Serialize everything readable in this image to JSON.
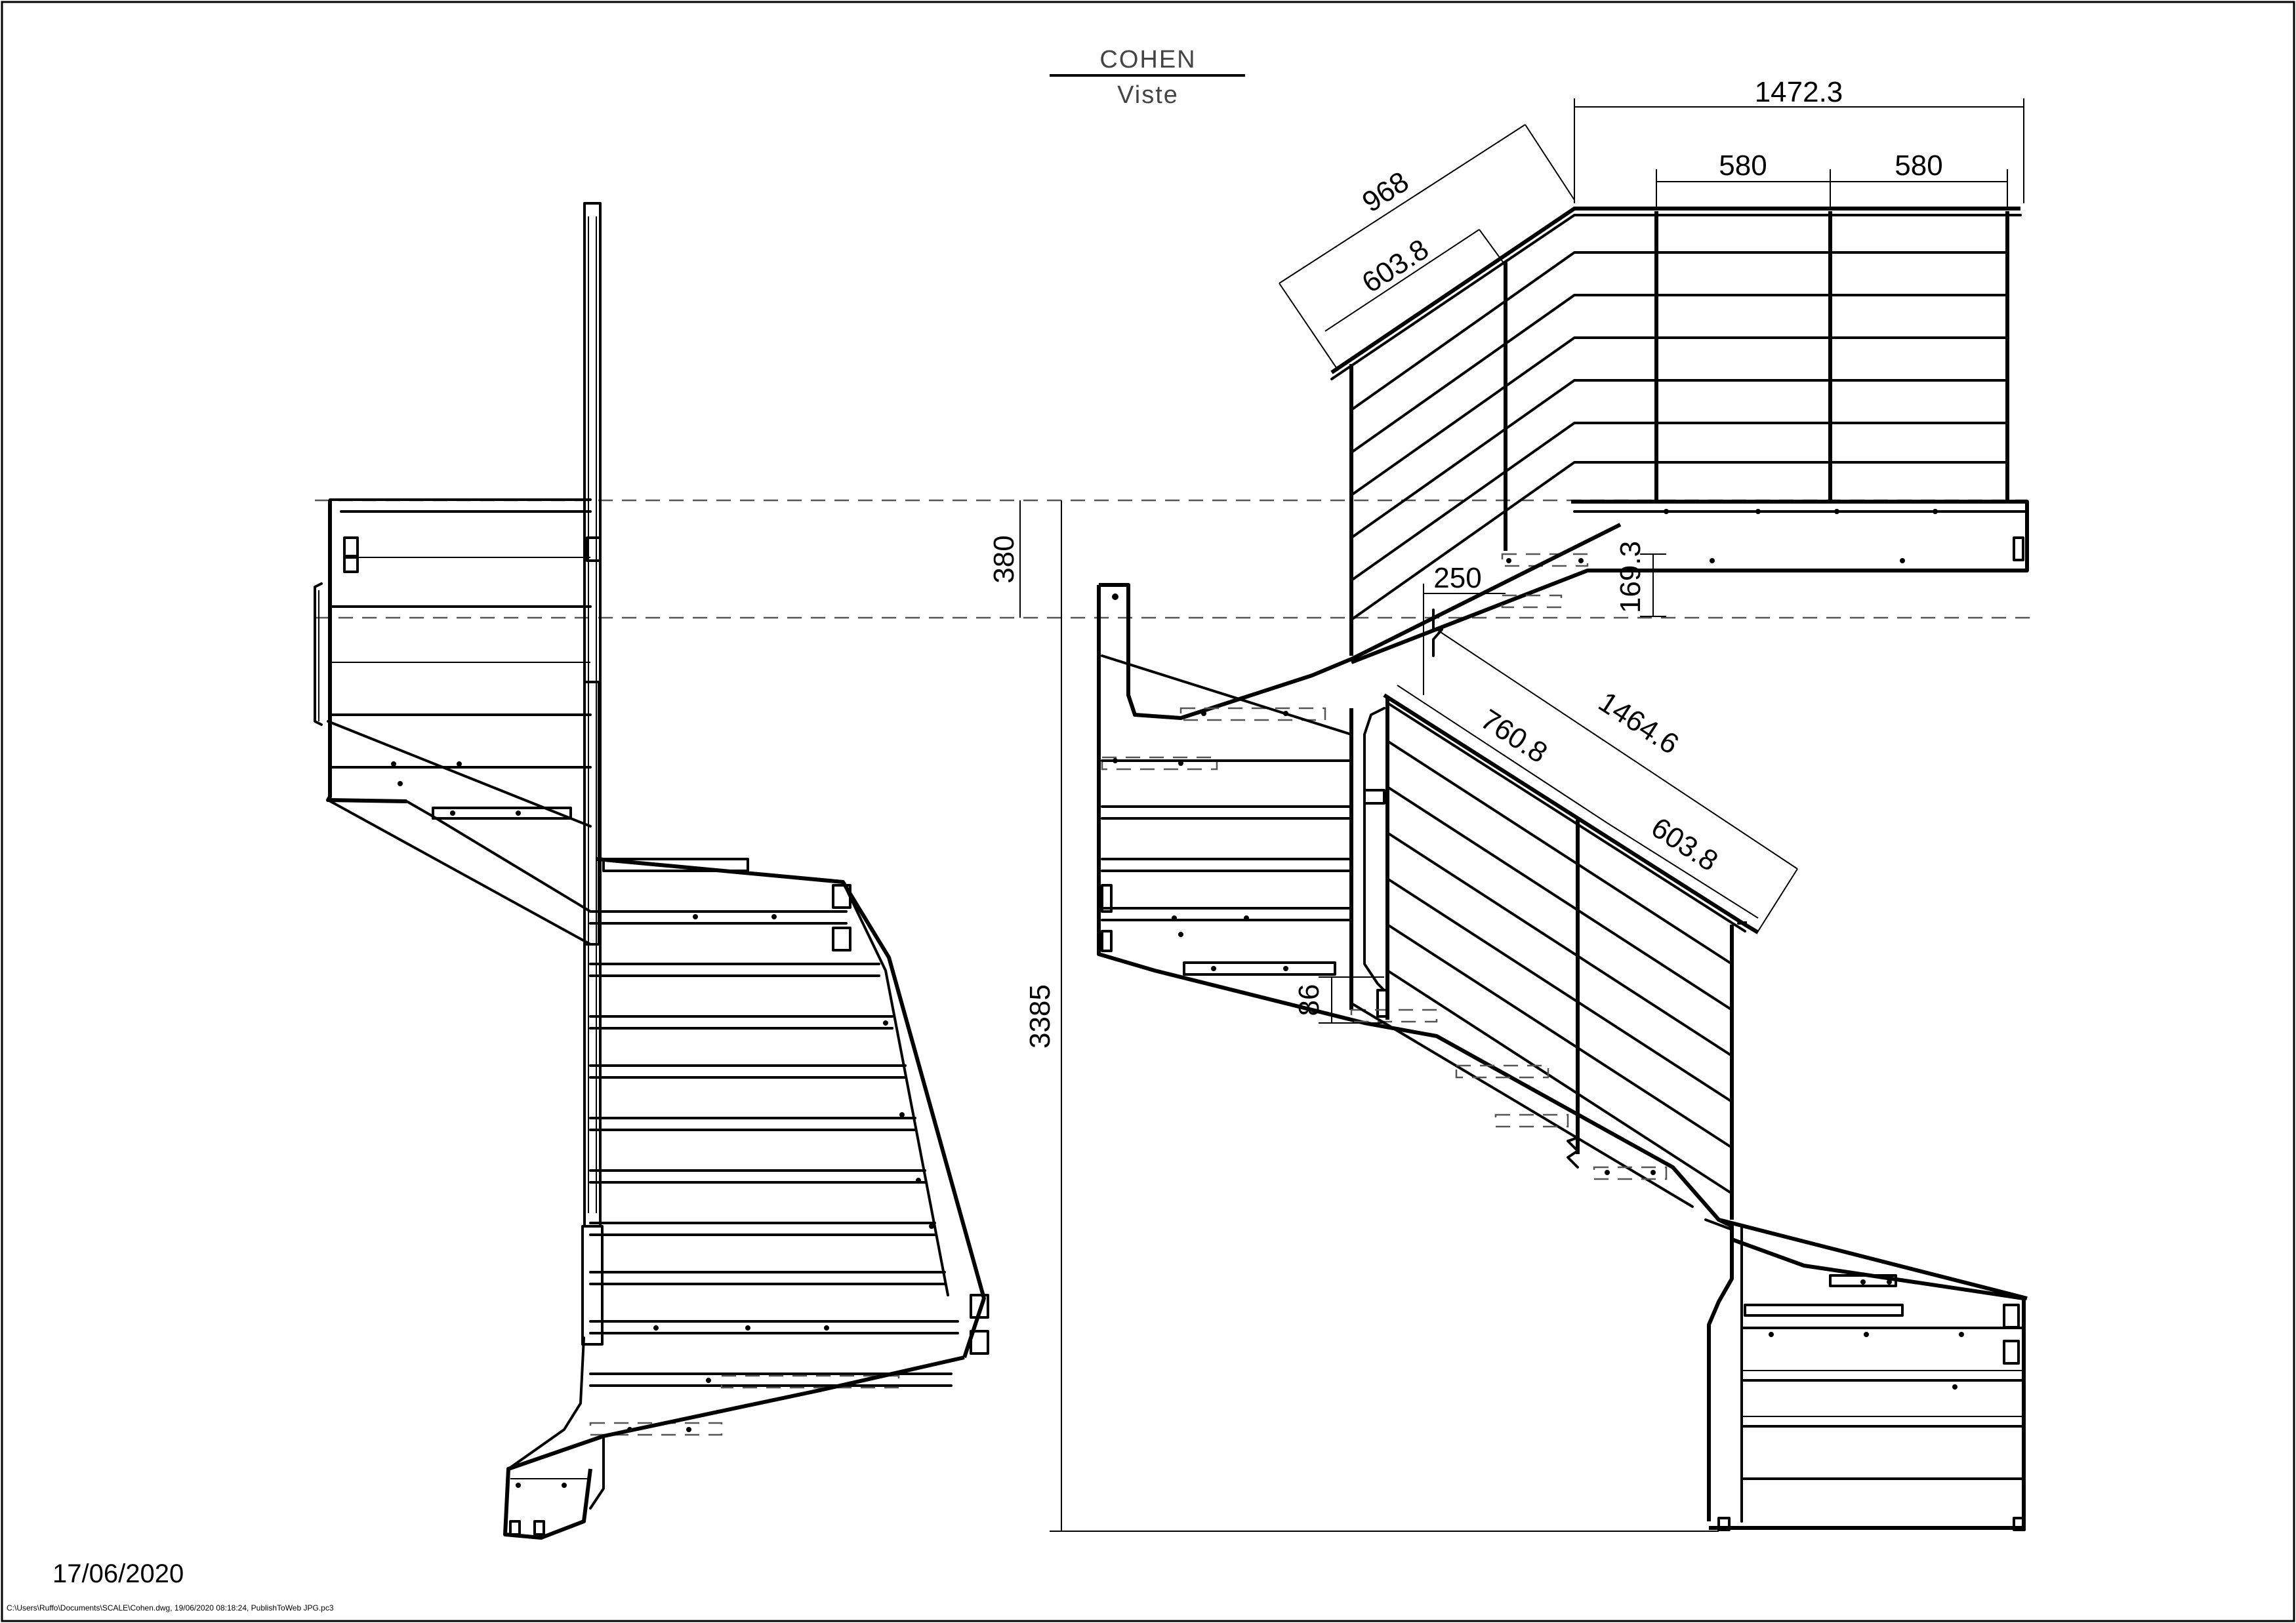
{
  "title": {
    "name": "COHEN",
    "subtitle": "Viste"
  },
  "dimensions": {
    "top_total": "1472.3",
    "top_seg_a": "580",
    "top_seg_b": "580",
    "upper_rail_outer": "968",
    "upper_rail_inner": "603.8",
    "landing_height": "380",
    "total_height": "3385",
    "step_small": "250",
    "landing_offset": "169.3",
    "lower_rail_total": "1464.6",
    "lower_rail_a": "760.8",
    "lower_rail_b": "603.8",
    "post_gap": "86"
  },
  "footer": {
    "date": "17/06/2020",
    "file_path": "C:\\Users\\Ruffo\\Documents\\SCALE\\Cohen.dwg, 19/06/2020 08:18:24, PublishToWeb JPG.pc3"
  }
}
